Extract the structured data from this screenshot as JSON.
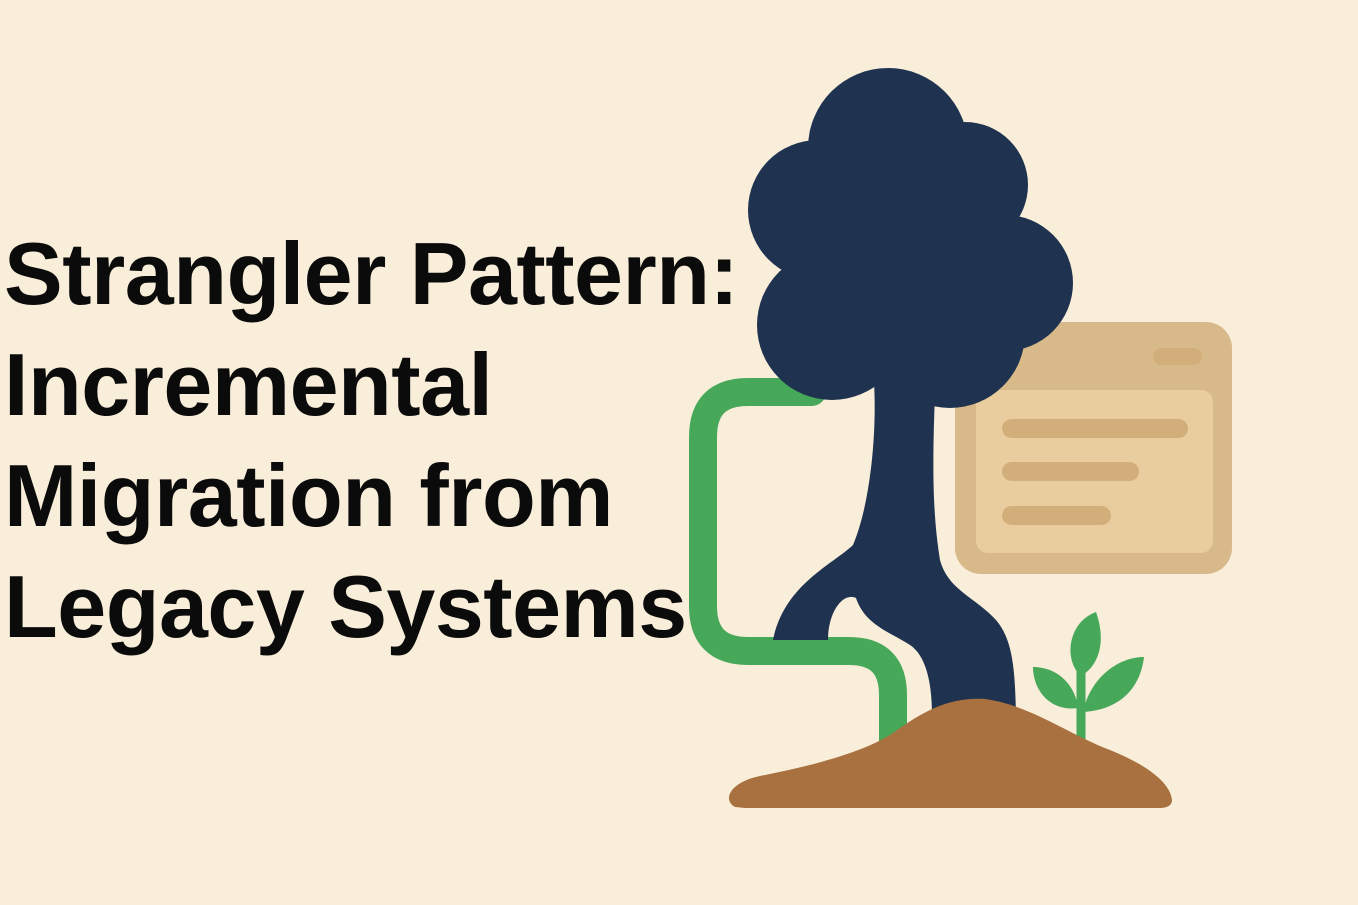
{
  "title": {
    "lines": [
      "Strangler Pattern:",
      "Incremental",
      "Migration from",
      "Legacy Systems"
    ]
  },
  "illustration": {
    "icons": [
      "tree-icon",
      "vine-icon",
      "legacy-window-icon",
      "sprout-icon",
      "soil-mound-icon"
    ]
  },
  "colors": {
    "background": "#f9eed9",
    "tree": "#1f3350",
    "vine": "#47a85a",
    "window_frame": "#d8b98a",
    "window_panel": "#e9cd9e",
    "window_lines": "#d2ae7b",
    "soil": "#a9713f",
    "sprout": "#47a85a",
    "text": "#0b0b0b"
  }
}
